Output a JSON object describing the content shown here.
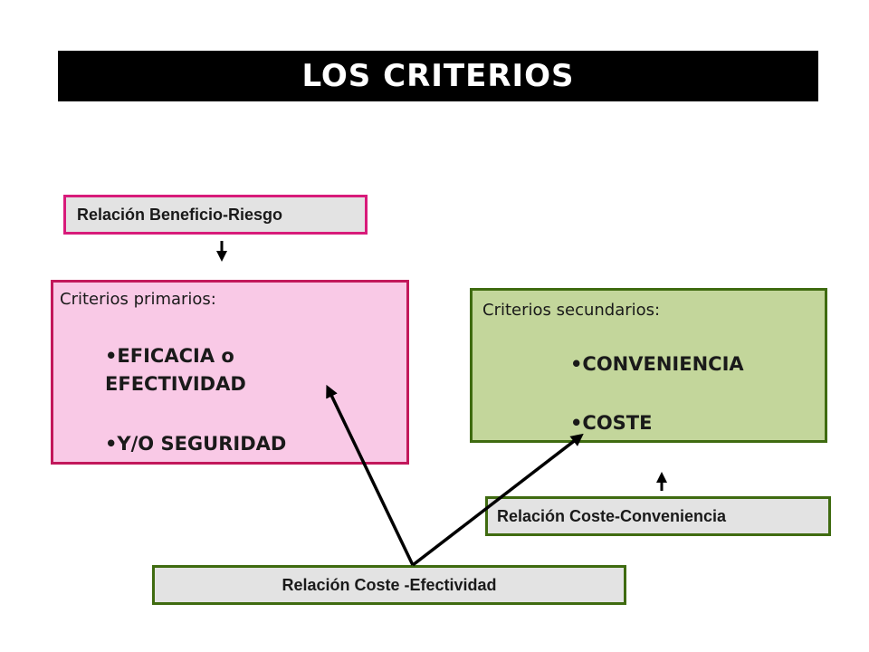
{
  "title": "LOS CRITERIOS",
  "labels": {
    "beneficio_riesgo": "Relación Beneficio-Riesgo",
    "coste_conveniencia": "Relación Coste-Conveniencia",
    "coste_efectividad": "Relación Coste -Efectividad"
  },
  "primary": {
    "heading": "Criterios primarios:",
    "items": [
      "•EFICACIA o",
      "EFECTIVIDAD",
      "•Y/O SEGURIDAD"
    ]
  },
  "secondary": {
    "heading": "Criterios secundarios:",
    "items": [
      "•CONVENIENCIA",
      "•COSTE"
    ]
  },
  "colors": {
    "title_bg": "#000000",
    "primary_fill": "#f9c9e6",
    "primary_border": "#c2185b",
    "secondary_fill": "#c3d69b",
    "secondary_border": "#3f6b10",
    "label_fill": "#e3e3e3"
  }
}
